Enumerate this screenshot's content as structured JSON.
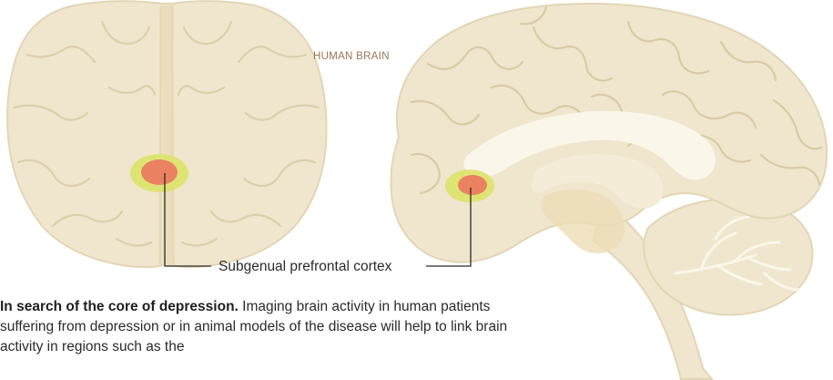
{
  "figure": {
    "panel_label": "HUMAN BRAIN",
    "region_label": "Subgenual prefrontal cortex",
    "colors": {
      "brain_fill": "#efe6cd",
      "brain_outline": "#e2d6b6",
      "fold_lines": "#d9cba6",
      "ventricle": "#fbf6ea",
      "inner_highlight": "#e7ce9e",
      "region_outer": "#dbe36a",
      "region_inner": "#ea8161",
      "label_color": "#9a7658",
      "leader_line": "#2a2a2a"
    }
  },
  "caption": {
    "heading": "In search of the core of depression.",
    "body": "Imaging brain activity in human patients suffering from depression or in animal models of the disease will help to link brain activity in regions such as the"
  }
}
